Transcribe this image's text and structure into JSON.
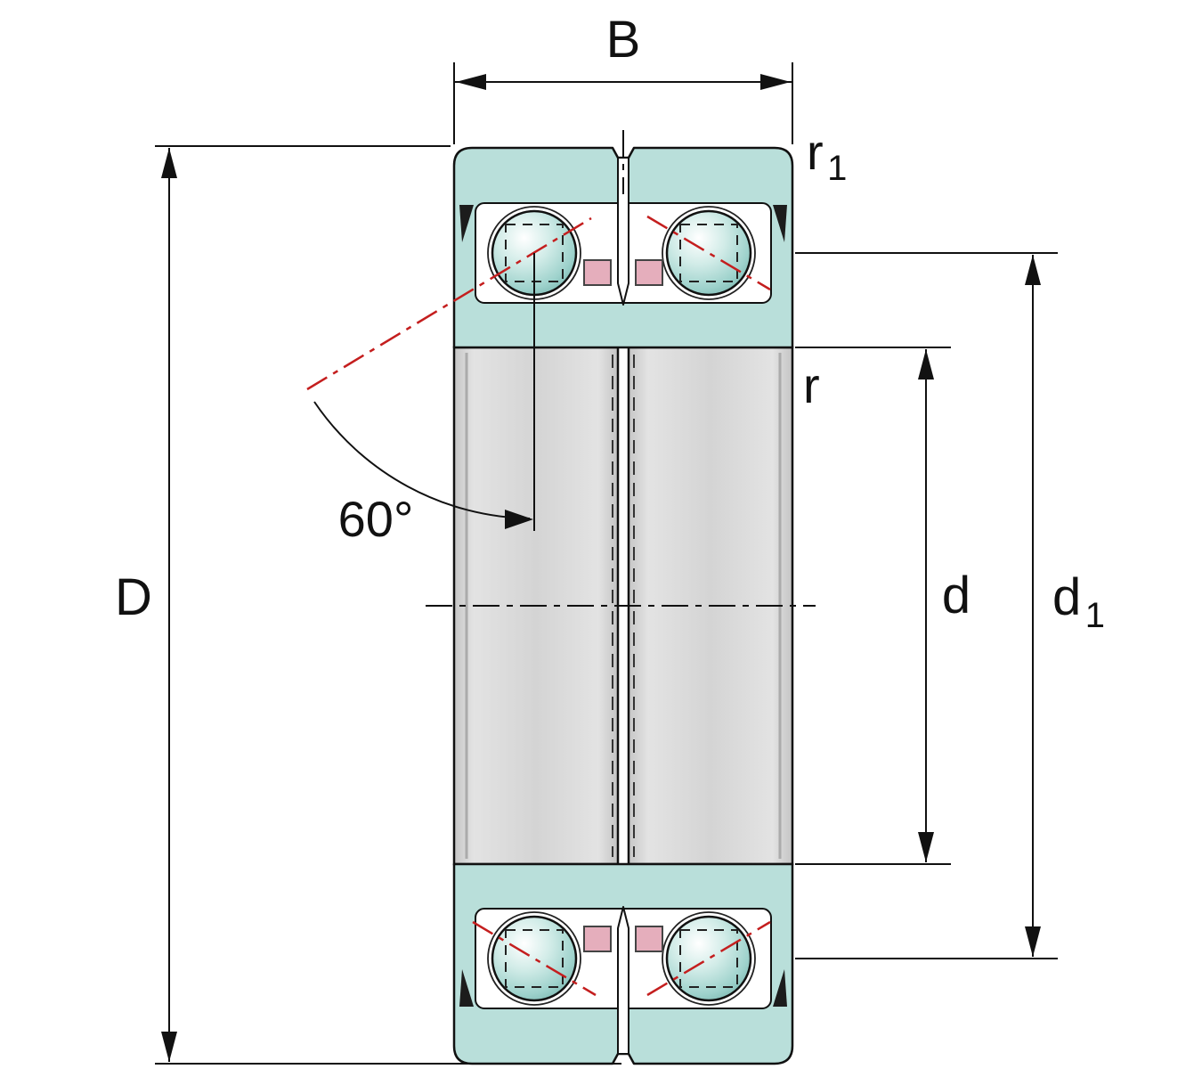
{
  "labels": {
    "width": "B",
    "outer_diameter": "D",
    "bore_diameter": "d",
    "d1_main": "d",
    "d1_sub": "1",
    "r": "r",
    "r1_main": "r",
    "r1_sub": "1",
    "contact_angle": "60°"
  },
  "colors": {
    "ring-teal": "#b9dfda",
    "ball-teal": "#9ed2cc",
    "steel-gray": "#d4d4d4",
    "cage-pink": "#e5aebc",
    "centerline-red": "#c41e1e",
    "line-black": "#111111",
    "background": "#ffffff"
  }
}
